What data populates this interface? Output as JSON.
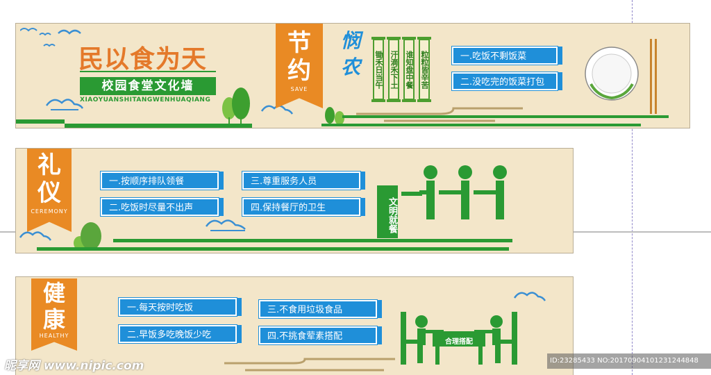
{
  "panel1": {
    "title": "民以食为天",
    "subtitle": "校园食堂文化墙",
    "pinyin": "XIAOYUANSHITANGWENHUAQIANG",
    "ribbon_big": "节约",
    "ribbon_sub": "SAVE",
    "vertical_title": "悯农",
    "scrolls": [
      "锄禾日当午",
      "汗滴禾下土",
      "谁知盘中餐",
      "粒粒皆辛苦"
    ],
    "tags": [
      "一.吃饭不剩饭菜",
      "二.没吃完的饭菜打包"
    ]
  },
  "panel2": {
    "ribbon_big": "礼仪",
    "ribbon_sub": "CEREMONY",
    "tags": [
      "一.按顺序排队领餐",
      "二.吃饭时尽量不出声",
      "三.尊重服务人员",
      "四.保持餐厅的卫生"
    ],
    "sign": "文明就餐"
  },
  "panel3": {
    "ribbon_big": "健康",
    "ribbon_sub": "HEALTHY",
    "tags": [
      "一.每天按时吃饭",
      "二.早饭多吃晚饭少吃",
      "三.不食用垃圾食品",
      "四.不挑食荤素搭配"
    ],
    "table_label": "合理搭配"
  },
  "watermark": {
    "left": "昵享网 www.nipic.com",
    "right": "ID:23285433 NO:20170904101231244848"
  },
  "colors": {
    "orange": "#e98a24",
    "green": "#2a9a33",
    "blue": "#1f8fd9",
    "cream": "#f3e6c9"
  }
}
